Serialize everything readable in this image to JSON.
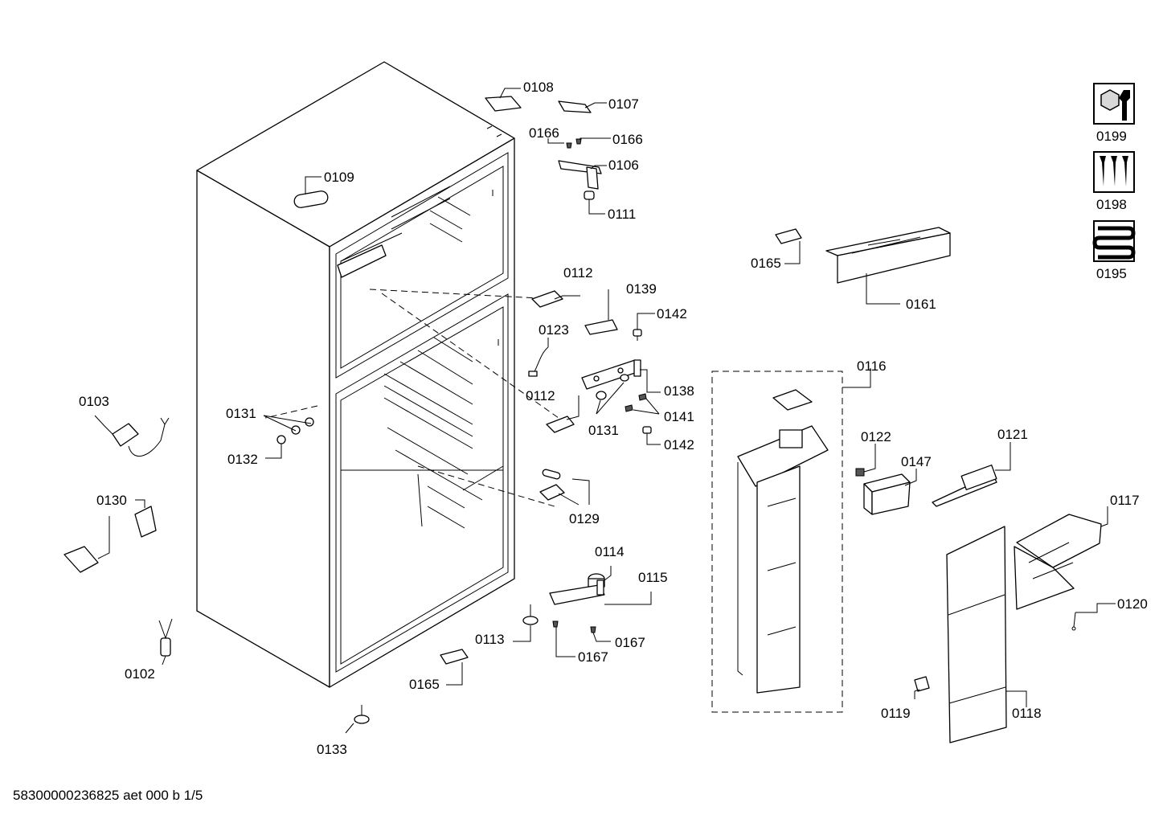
{
  "diagram": {
    "labels": {
      "p0108": "0108",
      "p0107": "0107",
      "p0166a": "0166",
      "p0166b": "0166",
      "p0106": "0106",
      "p0111": "0111",
      "p0109": "0109",
      "p0112a": "0112",
      "p0139": "0139",
      "p0142a": "0142",
      "p0123": "0123",
      "p0112b": "0112",
      "p0138": "0138",
      "p0141": "0141",
      "p0131b": "0131",
      "p0142b": "0142",
      "p0103": "0103",
      "p0131a": "0131",
      "p0132": "0132",
      "p0130": "0130",
      "p0129": "0129",
      "p0114": "0114",
      "p0115": "0115",
      "p0113": "0113",
      "p0167a": "0167",
      "p0167b": "0167",
      "p0102": "0102",
      "p0165a": "0165",
      "p0133": "0133",
      "p0165b": "0165",
      "p0161": "0161",
      "p0116": "0116",
      "p0122": "0122",
      "p0147": "0147",
      "p0121": "0121",
      "p0117": "0117",
      "p0120": "0120",
      "p0119": "0119",
      "p0118": "0118",
      "p0199": "0199",
      "p0198": "0198",
      "p0195": "0195"
    },
    "icons": [
      "hardware-wrench-icon",
      "screws-icon",
      "heating-coil-icon"
    ]
  },
  "footer": {
    "document_id": "58300000236825 aet 000 b 1/5"
  }
}
